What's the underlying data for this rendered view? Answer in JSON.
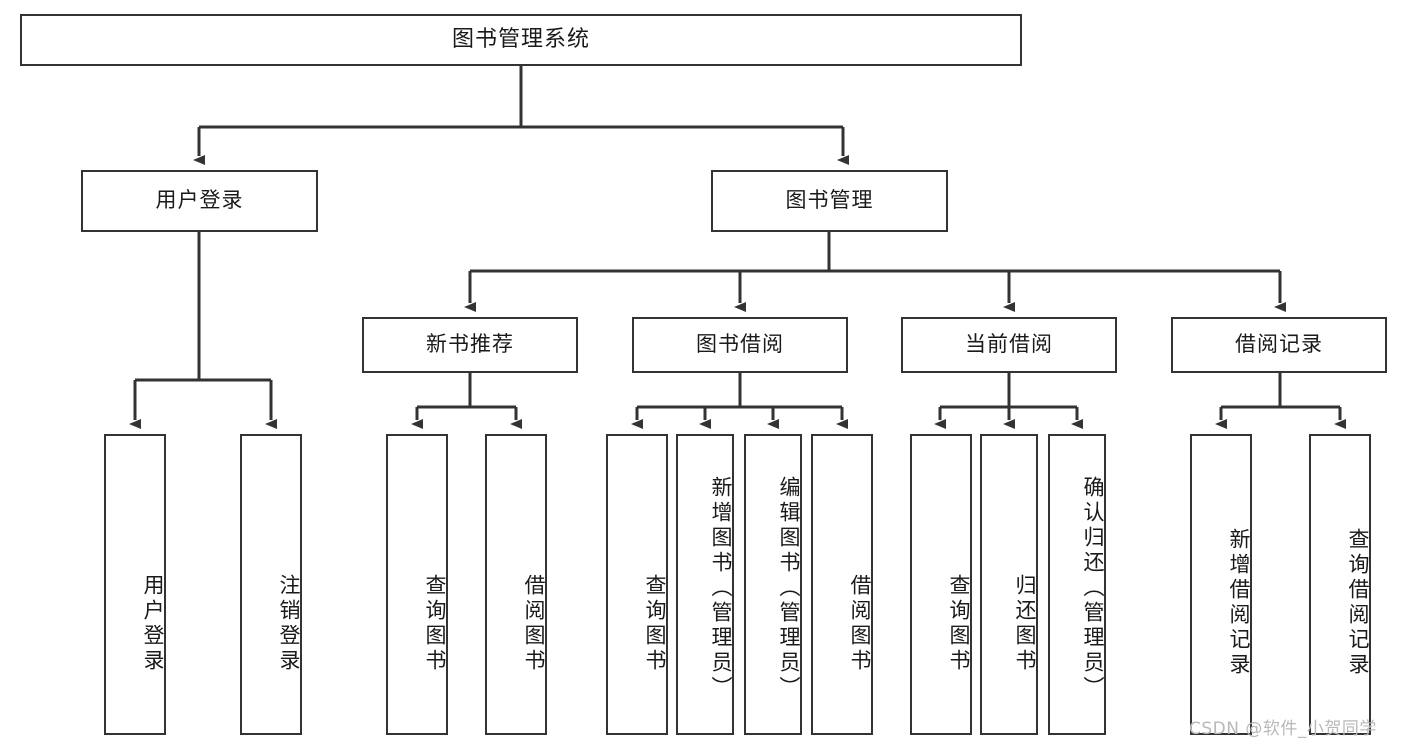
{
  "diagram": {
    "type": "tree-hierarchy",
    "title": "图书管理系统",
    "watermark": "CSDN @软件_小贺同学",
    "colors": {
      "node_border": "#333333",
      "node_fill": "#ffffff",
      "connector": "#333333",
      "text": "#1a1a1a",
      "watermark": "#b9b9b9",
      "background": "#ffffff"
    },
    "levels": {
      "root": {
        "label": "图书管理系统"
      },
      "level2": [
        {
          "id": "user-login",
          "label": "用户登录"
        },
        {
          "id": "book-manage",
          "label": "图书管理"
        }
      ],
      "level3": [
        {
          "id": "new-book-recommend",
          "label": "新书推荐",
          "parent": "book-manage"
        },
        {
          "id": "book-borrow",
          "label": "图书借阅",
          "parent": "book-manage"
        },
        {
          "id": "current-borrow",
          "label": "当前借阅",
          "parent": "book-manage"
        },
        {
          "id": "borrow-record",
          "label": "借阅记录",
          "parent": "book-manage"
        }
      ],
      "leaves": [
        {
          "id": "leaf-user-login",
          "label": "用户登录",
          "parent": "user-login"
        },
        {
          "id": "leaf-logout",
          "label": "注销登录",
          "parent": "user-login"
        },
        {
          "id": "leaf-query-book-1",
          "label": "查询图书",
          "parent": "new-book-recommend"
        },
        {
          "id": "leaf-borrow-book-1",
          "label": "借阅图书",
          "parent": "new-book-recommend"
        },
        {
          "id": "leaf-query-book-2",
          "label": "查询图书",
          "parent": "book-borrow"
        },
        {
          "id": "leaf-add-book",
          "label": "新增图书（管理员）",
          "parent": "book-borrow"
        },
        {
          "id": "leaf-edit-book",
          "label": "编辑图书（管理员）",
          "parent": "book-borrow"
        },
        {
          "id": "leaf-borrow-book-2",
          "label": "借阅图书",
          "parent": "book-borrow"
        },
        {
          "id": "leaf-query-book-3",
          "label": "查询图书",
          "parent": "current-borrow"
        },
        {
          "id": "leaf-return-book",
          "label": "归还图书",
          "parent": "current-borrow"
        },
        {
          "id": "leaf-confirm-return",
          "label": "确认归还（管理员）",
          "parent": "current-borrow"
        },
        {
          "id": "leaf-add-record",
          "label": "新增借阅记录",
          "parent": "borrow-record"
        },
        {
          "id": "leaf-query-record",
          "label": "查询借阅记录",
          "parent": "borrow-record"
        }
      ]
    }
  }
}
